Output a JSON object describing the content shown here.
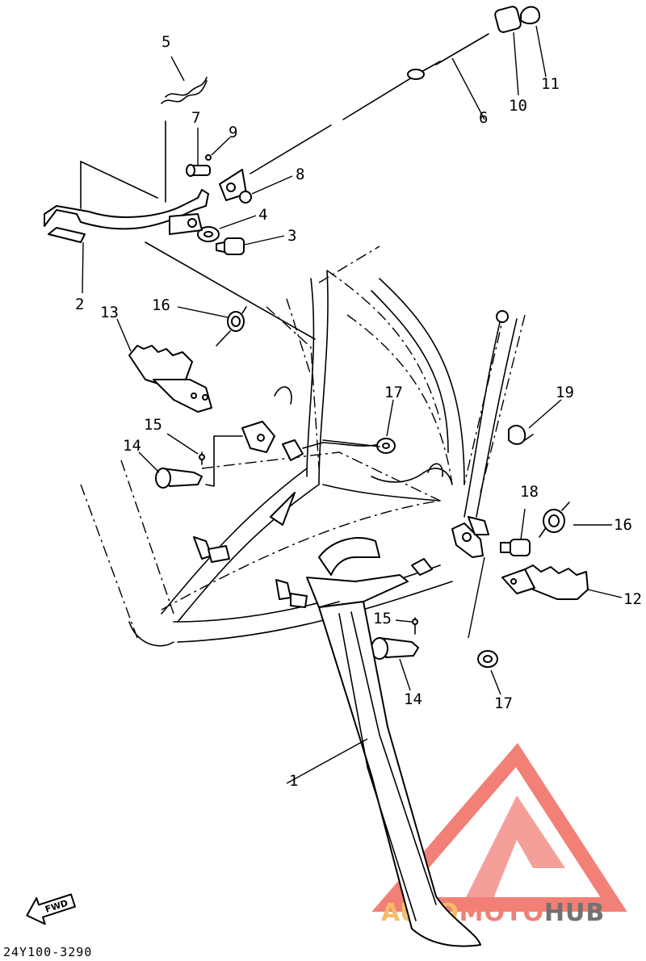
{
  "diagram_code": "24Y100-3290",
  "fwd_label": "FWD",
  "watermark": {
    "part1": "AUTO",
    "part2": "MOTO",
    "part3": "HUB",
    "color_primary": "#f06a5f",
    "color_secondary": "#f5b24a",
    "color_dark": "#5a5a5a"
  },
  "callouts": [
    "1",
    "2",
    "3",
    "4",
    "5",
    "6",
    "7",
    "8",
    "9",
    "10",
    "11",
    "12",
    "13",
    "14",
    "14",
    "15",
    "15",
    "16",
    "16",
    "17",
    "17",
    "19",
    "18"
  ]
}
